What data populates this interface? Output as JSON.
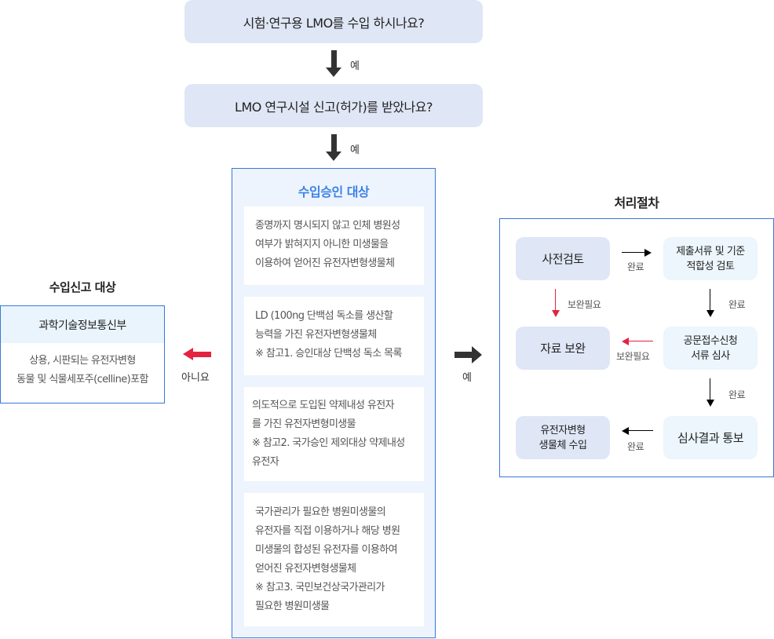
{
  "questions": [
    {
      "text": "시험·연구용 LMO를 수입 하시나요?",
      "answer": "예"
    },
    {
      "text": "LMO 연구시설 신고(허가)를 받았나요?",
      "answer": "예"
    }
  ],
  "approval": {
    "title": "수입승인 대상",
    "items": [
      {
        "lines": [
          "종명까지 명시되지 않고 인체 병원성",
          "여부가 밝혀지지 아니한 미생물을",
          "이용하여 얻어진 유전자변형생물체"
        ]
      },
      {
        "lines": [
          "LD (100ng 단백섬 독소를 생산할",
          "능력을 가진 유전자변형생물체",
          "※ 참고1. 승인대상 단백성 독소 목록"
        ]
      },
      {
        "lines": [
          "의도적으로 도입된 약제내성 유전자",
          "를 가진 유전자변형미생물",
          "※ 참고2. 국가승인 제외대상 약제내성",
          "유전자"
        ]
      },
      {
        "lines": [
          "국가관리가 필요한 병원미생물의",
          "유전자를 직접 이용하거나 해당 병원",
          "미생물의 합성된 유전자를 이용하여",
          "얻어진 유전자변형생물체",
          "※ 참고3. 국민보건상국가관리가",
          "필요한 병원미생물"
        ]
      }
    ]
  },
  "report": {
    "title": "수입신고 대상",
    "agency": "과학기술정보통신부",
    "lines": [
      "상용, 시판되는 유전자변형",
      "동물 및 식물세포주(celline)포함"
    ],
    "arrow_label": "아니요"
  },
  "process": {
    "entry_label": "예",
    "title": "처리절차",
    "steps": {
      "pre_review": "사전검토",
      "doc_review": [
        "제출서류 및 기준",
        "적합성 검토"
      ],
      "supplement": "자료 보완",
      "official_review": [
        "공문접수신청",
        "서류 심사"
      ],
      "import": [
        "유전자변형",
        "생물체 수입"
      ],
      "result": "심사결과 통보"
    },
    "labels": {
      "complete": "완료",
      "needs_supplement": "보완필요"
    }
  },
  "colors": {
    "accent_blue": "#3b82e6",
    "border_blue": "#3a78d8",
    "red": "#e4223f",
    "dark_arrow": "#333333"
  }
}
